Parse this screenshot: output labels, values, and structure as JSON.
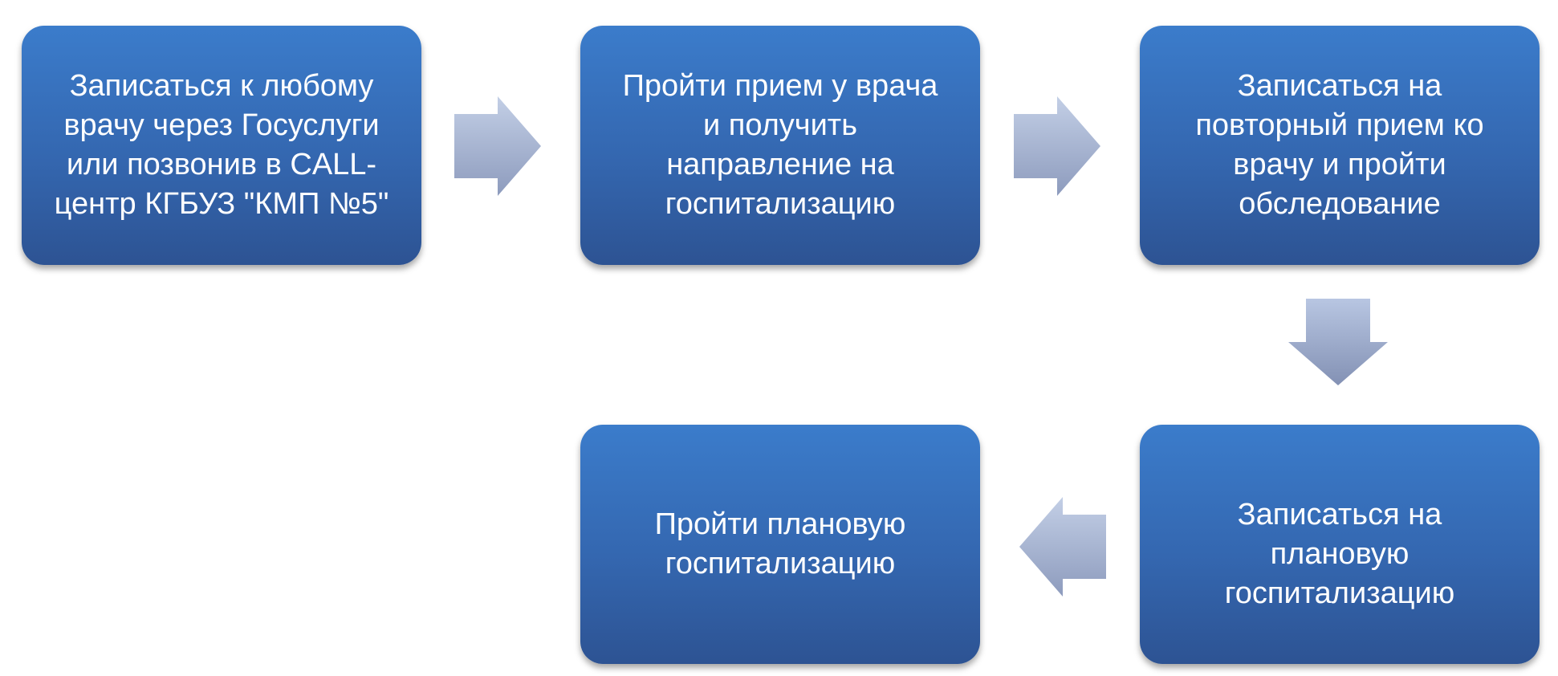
{
  "steps": [
    {
      "text": "Записаться к любому\nврачу через Госуслуги\nили позвонив в CALL-\nцентр КГБУЗ \"КМП №5\""
    },
    {
      "text": "Пройти прием у врача\nи получить\nнаправление на\nгоспитализацию"
    },
    {
      "text": "Записаться на\nповторный прием ко\nврачу и пройти\nобследование"
    },
    {
      "text": "Записаться на\nплановую\nгоспитализацию"
    },
    {
      "text": "Пройти плановую\nгоспитализацию"
    }
  ],
  "colors": {
    "box_top": "#3b7ccb",
    "box_bottom": "#2d5393",
    "box_text": "#ffffff",
    "arrow_light": "#c3cfe6",
    "arrow_dark": "#8d9bbd"
  },
  "arrows": [
    {
      "from": 1,
      "to": 2,
      "direction": "right"
    },
    {
      "from": 2,
      "to": 3,
      "direction": "right"
    },
    {
      "from": 3,
      "to": 4,
      "direction": "down"
    },
    {
      "from": 4,
      "to": 5,
      "direction": "left"
    }
  ]
}
